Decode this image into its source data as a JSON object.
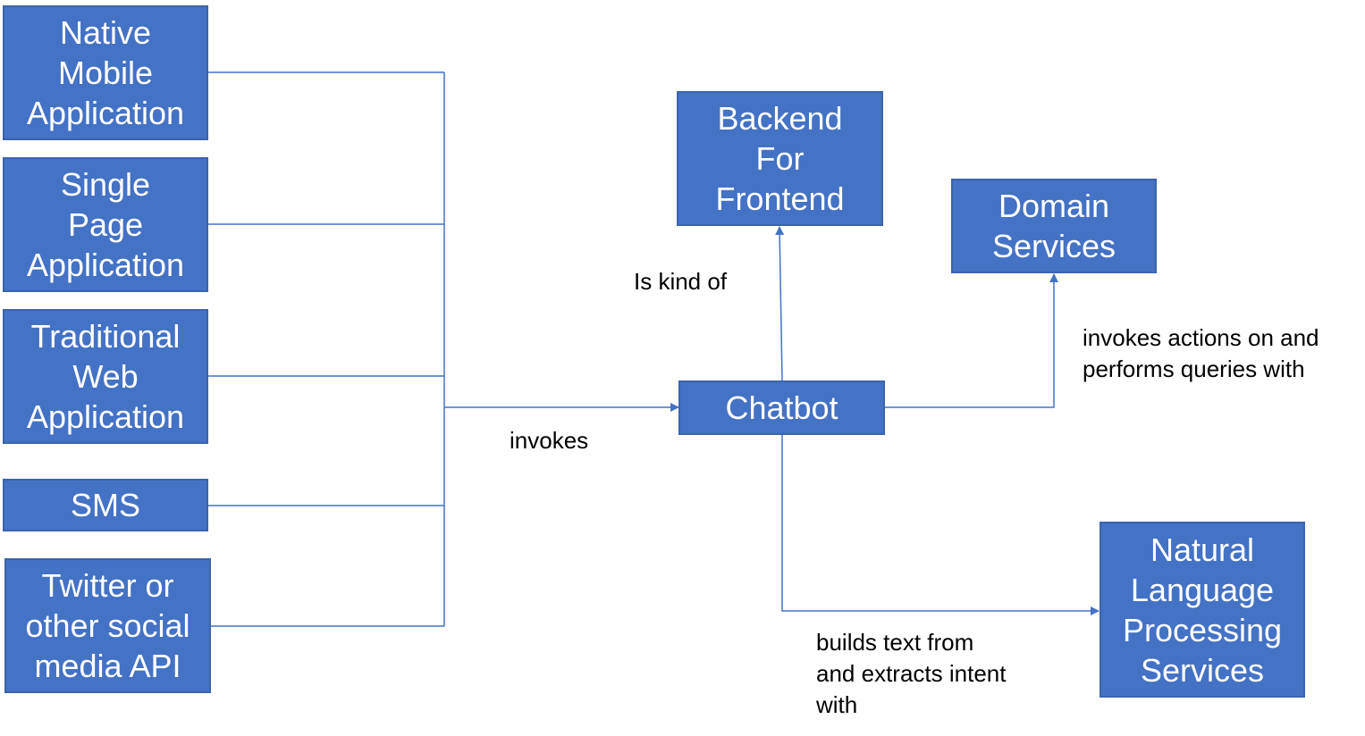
{
  "nodes": {
    "native_mobile": "Native\nMobile\nApplication",
    "single_page": "Single\nPage\nApplication",
    "traditional_web": "Traditional\nWeb\nApplication",
    "sms": "SMS",
    "social_media": "Twitter or\nother social\nmedia API",
    "bff": "Backend\nFor\nFrontend",
    "domain_services": "Domain\nServices",
    "chatbot": "Chatbot",
    "nlp_services": "Natural\nLanguage\nProcessing\nServices"
  },
  "edges": {
    "invokes": "invokes",
    "is_kind_of": "Is kind of",
    "invokes_actions": "invokes actions on and\nperforms queries with",
    "builds_text": "builds text from\nand extracts intent\nwith"
  },
  "colors": {
    "box_fill": "#4472c4",
    "line": "#4472c4"
  }
}
